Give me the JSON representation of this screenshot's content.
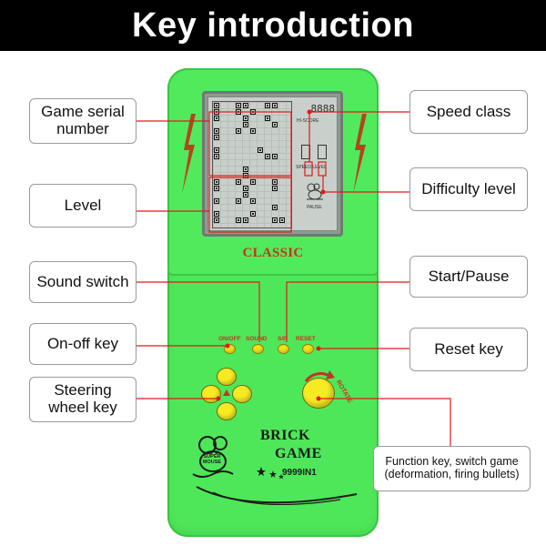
{
  "header": {
    "title": "Key introduction"
  },
  "callouts": {
    "game_serial": "Game serial number",
    "level": "Level",
    "sound_switch": "Sound switch",
    "on_off": "On-off key",
    "steering": "Steering wheel key",
    "speed_class": "Speed class",
    "difficulty": "Difficulty level",
    "start_pause": "Start/Pause",
    "reset": "Reset key",
    "function_key": "Function key, switch game (deformation, firing bullets)"
  },
  "device": {
    "model": "CLASSIC",
    "screen": {
      "digits": "8888",
      "hiscore": "HI-SCORE",
      "speed_level": "SPEED LEVEL",
      "pause": "PAUSE"
    },
    "buttons": {
      "on_off": "ON/OFF",
      "sound": "SOUND",
      "sp": "S/P",
      "reset": "RESET",
      "rotate": "ROTATE"
    },
    "brand": {
      "line1": "BRICK",
      "line2": "GAME",
      "line3": "9999IN1",
      "mascot_top": "SUPER",
      "mascot_bottom": "MOUSE"
    }
  },
  "colors": {
    "body": "#4fe75a",
    "accent_red": "#c8321d",
    "button_yellow": "#f6ea23",
    "leader_line": "#e01b1b"
  }
}
